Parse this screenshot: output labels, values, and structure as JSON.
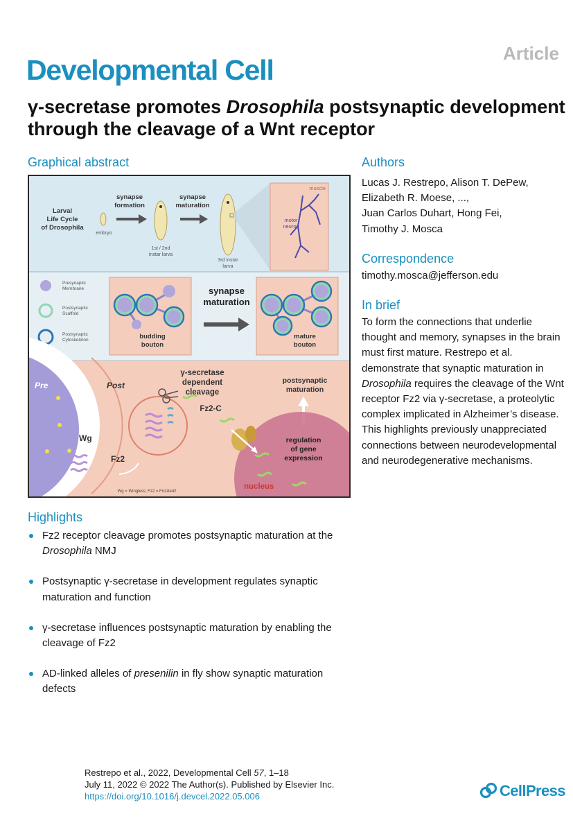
{
  "header": {
    "article_label": "Article",
    "journal": "Developmental Cell",
    "title_part1": "γ-secretase promotes ",
    "title_italic": "Drosophila",
    "title_part2": " postsynaptic development through the cleavage of a Wnt receptor"
  },
  "graphical_abstract": {
    "heading": "Graphical abstract",
    "panel1": {
      "life_cycle_1": "Larval",
      "life_cycle_2": "Life Cycle",
      "life_cycle_3": "of Drosophila",
      "embryo": "embryo",
      "synapse_formation_1": "synapse",
      "synapse_formation_2": "formation",
      "synapse_maturation_1": "synapse",
      "synapse_maturation_2": "maturation",
      "larva1_1": "1st / 2nd",
      "larva1_2": "instar larva",
      "larva3_1": "3rd instar",
      "larva3_2": "larva",
      "muscle": "muscle",
      "motor_1": "motor",
      "motor_2": "neuron"
    },
    "panel2": {
      "legend_presynaptic_1": "Presynaptic",
      "legend_presynaptic_2": "Membrane",
      "legend_scaffold_1": "Postsynaptic",
      "legend_scaffold_2": "Scaffold",
      "legend_cyto_1": "Postsynaptic",
      "legend_cyto_2": "Cytoskeleton",
      "maturation_1": "synapse",
      "maturation_2": "maturation",
      "budding_1": "budding",
      "budding_2": "bouton",
      "mature_1": "mature",
      "mature_2": "bouton"
    },
    "panel3": {
      "pre": "Pre",
      "post": "Post",
      "gsec_1": "γ-secretase",
      "gsec_2": "dependent",
      "gsec_3": "cleavage",
      "fz2c": "Fz2-C",
      "postmat_1": "postsynaptic",
      "postmat_2": "maturation",
      "wg": "Wg",
      "fz2": "Fz2",
      "reg_1": "regulation",
      "reg_2": "of gene",
      "reg_3": "expression",
      "nucleus": "nucleus",
      "footnote": "Wg = Wingless; Fz2 = Frizzled2"
    }
  },
  "authors": {
    "heading": "Authors",
    "line1": "Lucas J. Restrepo, Alison T. DePew,",
    "line2": "Elizabeth R. Moese, ...,",
    "line3": "Juan Carlos Duhart, Hong Fei,",
    "line4": "Timothy J. Mosca"
  },
  "correspondence": {
    "heading": "Correspondence",
    "email": "timothy.mosca@jefferson.edu"
  },
  "in_brief": {
    "heading": "In brief",
    "text_part1": "To form the connections that underlie thought and memory, synapses in the brain must first mature. Restrepo et al. demonstrate that synaptic maturation in ",
    "text_italic": "Drosophila",
    "text_part2": " requires the cleavage of the Wnt receptor Fz2 via γ-secretase, a proteolytic complex implicated in Alzheimer’s disease. This highlights previously unappreciated connections between neurodevelopmental and neurodegenerative mechanisms."
  },
  "highlights": {
    "heading": "Highlights",
    "h1_part1": "Fz2 receptor cleavage promotes postsynaptic maturation at the ",
    "h1_italic": "Drosophila",
    "h1_part2": " NMJ",
    "h2": "Postsynaptic γ-secretase in development regulates synaptic maturation and function",
    "h3": "γ-secretase influences postsynaptic maturation by enabling the cleavage of Fz2",
    "h4_part1": "AD-linked alleles of ",
    "h4_italic": "presenilin",
    "h4_part2": " in fly show synaptic maturation defects"
  },
  "footer": {
    "citation_part1": "Restrepo et al., 2022, Developmental Cell ",
    "citation_volume": "57",
    "citation_part2": ", 1–18",
    "date": "July 11, 2022 © 2022 The Author(s). Published by Elsevier Inc.",
    "doi": "https://doi.org/10.1016/j.devcel.2022.05.006",
    "publisher": "CellPress"
  },
  "colors": {
    "brand_blue": "#1b8fc0",
    "panel_blue": "#d9e9f1",
    "panel_peach": "#f4cdbd",
    "presynaptic": "#b0a6dc",
    "scaffold": "#8fd6b0",
    "cytoskeleton": "#2d75b5"
  }
}
